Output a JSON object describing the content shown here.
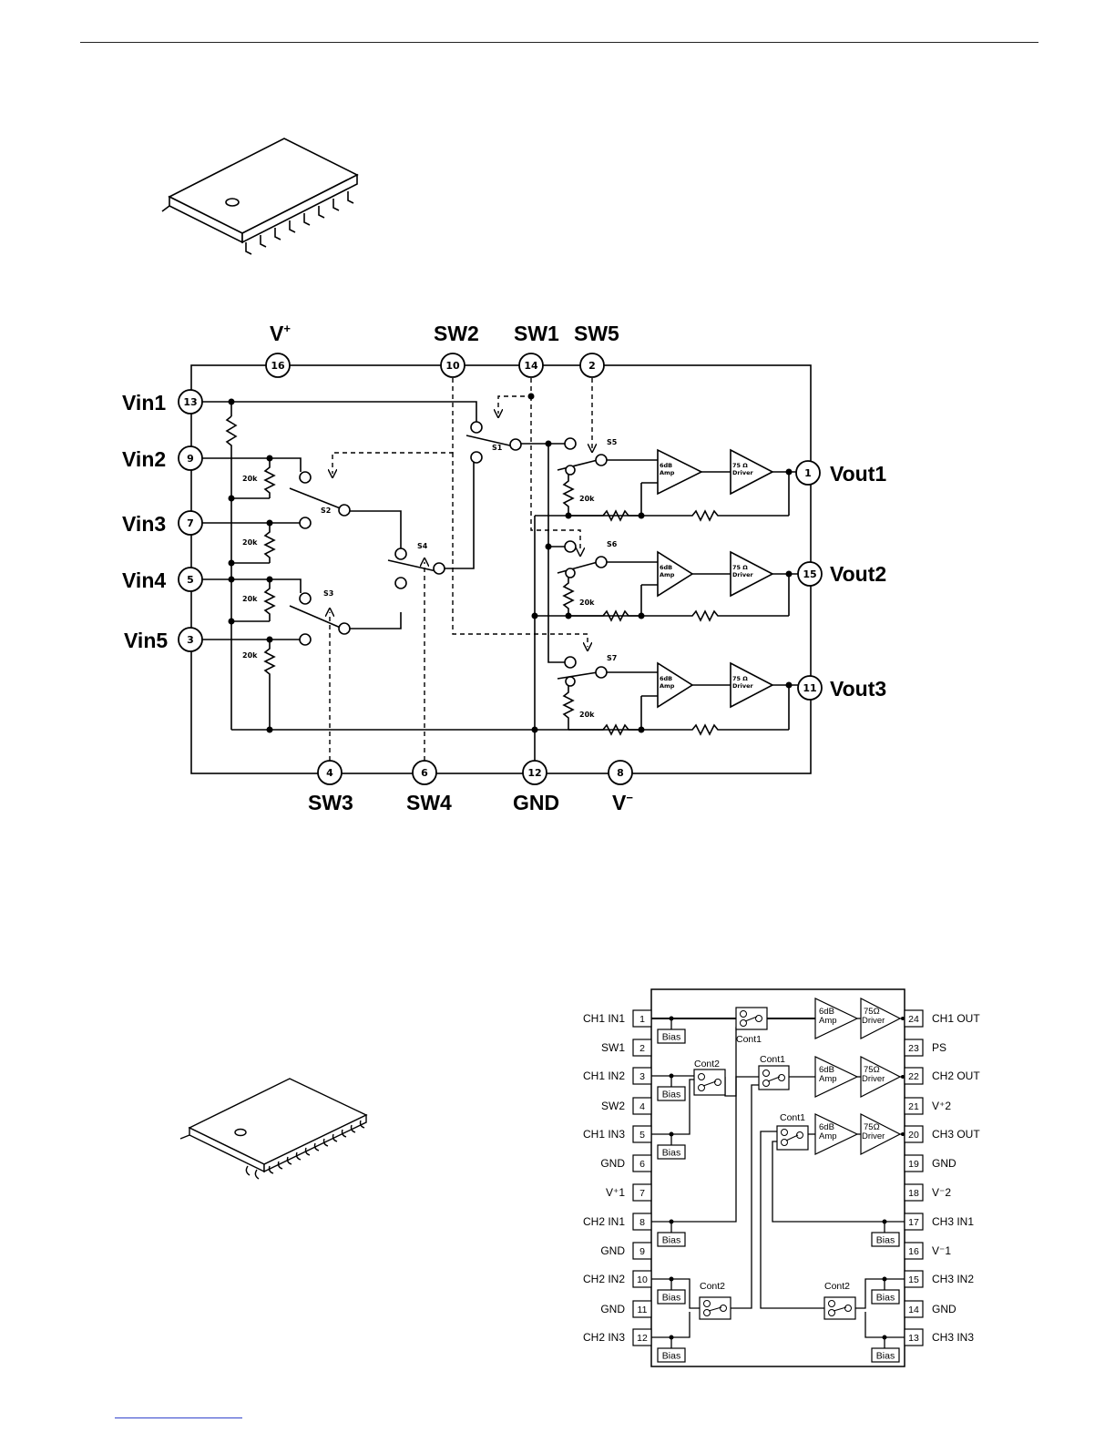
{
  "diagram1": {
    "top_labels": {
      "vplus": "V",
      "vplus_sup": "+",
      "sw2": "SW2",
      "sw1": "SW1",
      "sw5": "SW5"
    },
    "top_pins": {
      "vplus": "16",
      "sw2": "10",
      "sw1": "14",
      "sw5": "2"
    },
    "left_labels": {
      "vin1": "Vin1",
      "vin2": "Vin2",
      "vin3": "Vin3",
      "vin4": "Vin4",
      "vin5": "Vin5"
    },
    "left_pins": {
      "vin1": "13",
      "vin2": "9",
      "vin3": "7",
      "vin4": "5",
      "vin5": "3"
    },
    "right_labels": {
      "vout1": "Vout1",
      "vout2": "Vout2",
      "vout3": "Vout3"
    },
    "right_pins": {
      "vout1": "1",
      "vout2": "15",
      "vout3": "11"
    },
    "bottom_labels": {
      "sw3": "SW3",
      "sw4": "SW4",
      "gnd": "GND",
      "vminus": "V",
      "vminus_sup": "−"
    },
    "bottom_pins": {
      "sw3": "4",
      "sw4": "6",
      "gnd": "12",
      "vminus": "8"
    },
    "switches": {
      "s1": "S1",
      "s2": "S2",
      "s3": "S3",
      "s4": "S4",
      "s5": "S5",
      "s6": "S6",
      "s7": "S7"
    },
    "resistor": "20k",
    "amp": {
      "line1": "6dB",
      "line2": "Amp"
    },
    "driver": {
      "line1": "75 Ω",
      "line2": "Driver"
    }
  },
  "diagram2": {
    "left_pins": [
      {
        "num": "1",
        "label": "CH1 IN1"
      },
      {
        "num": "2",
        "label": "SW1"
      },
      {
        "num": "3",
        "label": "CH1 IN2"
      },
      {
        "num": "4",
        "label": "SW2"
      },
      {
        "num": "5",
        "label": "CH1 IN3"
      },
      {
        "num": "6",
        "label": "GND"
      },
      {
        "num": "7",
        "label": "V⁺1"
      },
      {
        "num": "8",
        "label": "CH2 IN1"
      },
      {
        "num": "9",
        "label": "GND"
      },
      {
        "num": "10",
        "label": "CH2 IN2"
      },
      {
        "num": "11",
        "label": "GND"
      },
      {
        "num": "12",
        "label": "CH2 IN3"
      }
    ],
    "right_pins": [
      {
        "num": "24",
        "label": "CH1 OUT"
      },
      {
        "num": "23",
        "label": "PS"
      },
      {
        "num": "22",
        "label": "CH2 OUT"
      },
      {
        "num": "21",
        "label": "V⁺2"
      },
      {
        "num": "20",
        "label": "CH3 OUT"
      },
      {
        "num": "19",
        "label": "GND"
      },
      {
        "num": "18",
        "label": "V⁻2"
      },
      {
        "num": "17",
        "label": "CH3 IN1"
      },
      {
        "num": "16",
        "label": "V⁻1"
      },
      {
        "num": "15",
        "label": "CH3 IN2"
      },
      {
        "num": "14",
        "label": "GND"
      },
      {
        "num": "13",
        "label": "CH3 IN3"
      }
    ],
    "bias": "Bias",
    "cont1": "Cont1",
    "cont2": "Cont2",
    "amp": {
      "line1": "6dB",
      "line2": "Amp"
    },
    "driver": {
      "line1": "75Ω",
      "line2": "Driver"
    }
  }
}
